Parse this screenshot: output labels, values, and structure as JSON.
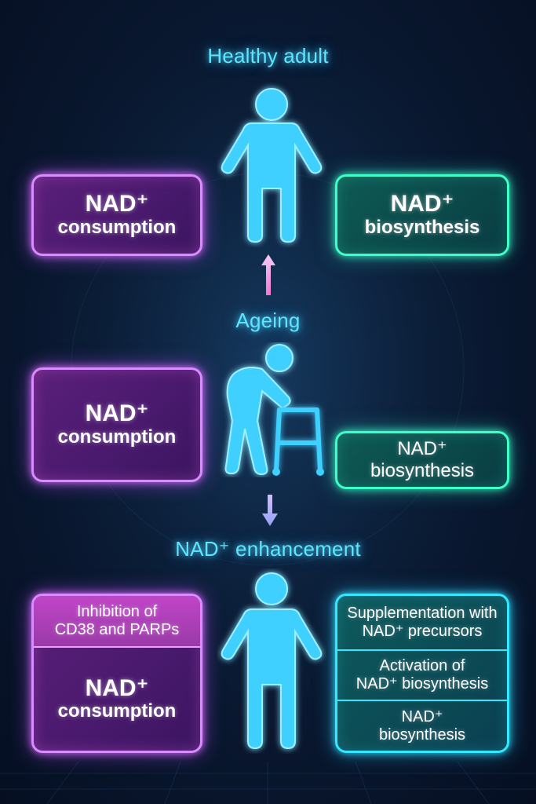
{
  "sections": {
    "healthy": {
      "title": "Healthy adult",
      "left": {
        "line1": "NAD⁺",
        "line2": "consumption"
      },
      "right": {
        "line1": "NAD⁺",
        "line2": "biosynthesis"
      }
    },
    "ageing": {
      "title": "Ageing",
      "left": {
        "line1": "NAD⁺",
        "line2": "consumption"
      },
      "right": {
        "line1": "NAD⁺",
        "line2": "biosynthesis"
      }
    },
    "enhancement": {
      "title": "NAD⁺ enhancement",
      "left_top": {
        "line1": "Inhibition  of",
        "line2": "CD38 and PARPs"
      },
      "left_bottom": {
        "line1": "NAD⁺",
        "line2": "consumption"
      },
      "right_1": {
        "line1": "Supplementation with",
        "line2": "NAD⁺ precursors"
      },
      "right_2": {
        "line1": "Activation of",
        "line2": "NAD⁺ biosynthesis"
      },
      "right_3": {
        "line1": "NAD⁺",
        "line2": "biosynthesis"
      }
    }
  },
  "icons": {
    "healthy_figure": "standing-person-icon",
    "ageing_figure": "elderly-person-with-walker-icon",
    "enhancement_figure": "standing-person-icon",
    "arrow_up": "arrow-up-icon",
    "arrow_down": "arrow-down-icon"
  },
  "colors": {
    "heading": "#5fe6ff",
    "consumption_border": "#d98cff",
    "biosynthesis_border": "#3effc8",
    "enhancement_right_border": "#35e8ff",
    "figure": "#3fd0ff"
  }
}
